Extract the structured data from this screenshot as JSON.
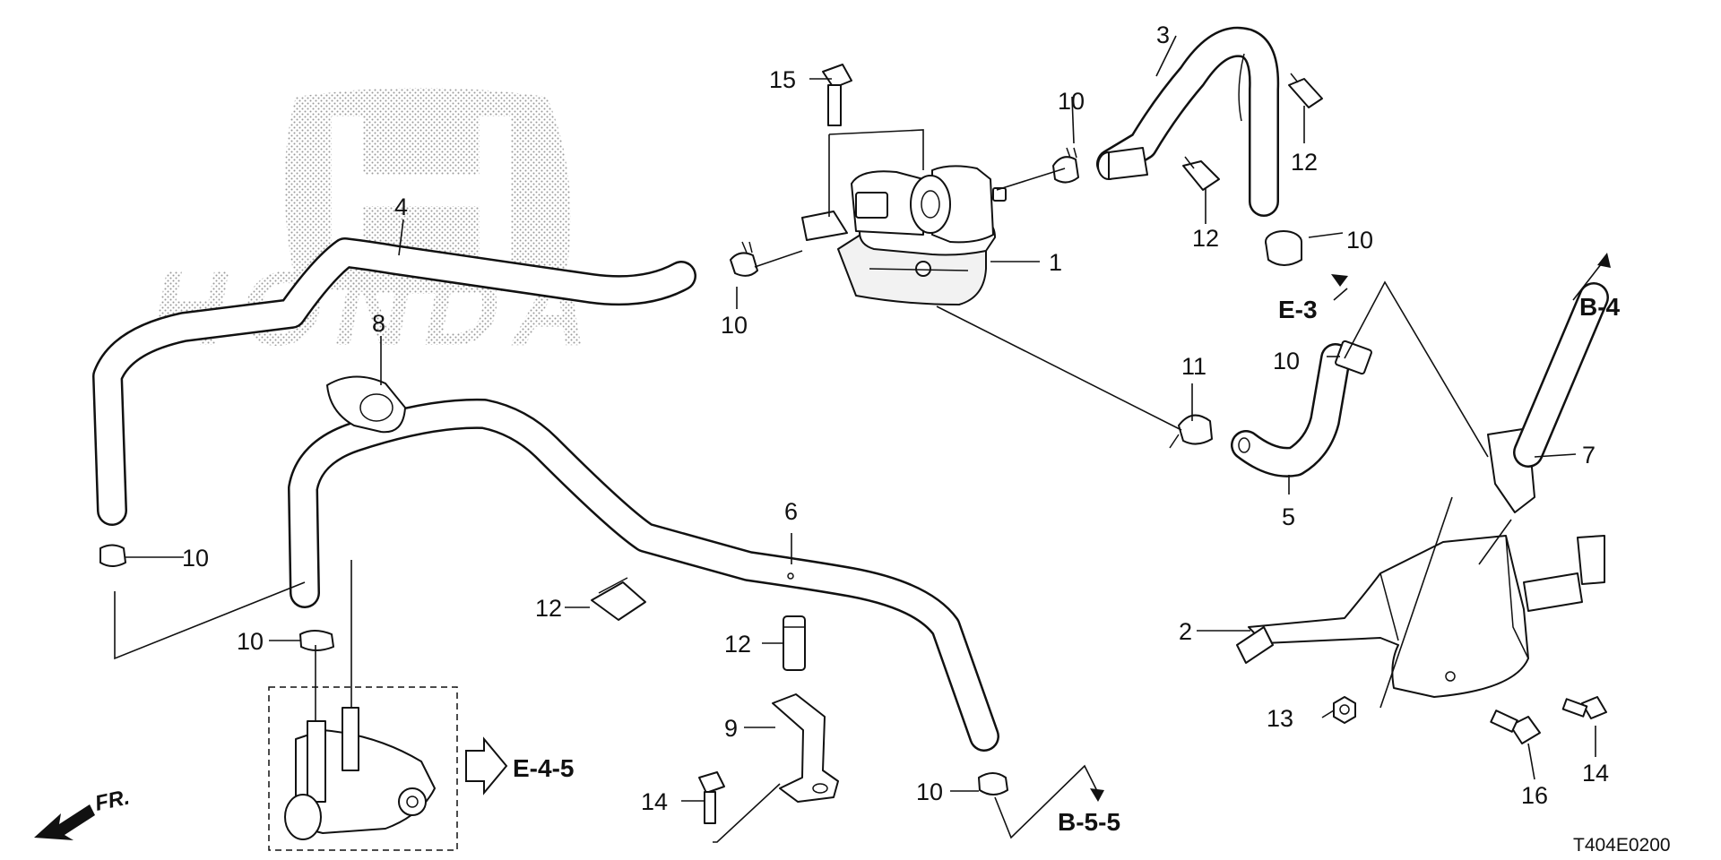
{
  "diagram_code": "T404E0200",
  "watermark_text": "HONDA",
  "direction_label": "FR.",
  "callouts": [
    "1",
    "2",
    "3",
    "4",
    "5",
    "6",
    "7",
    "8",
    "9",
    "10",
    "11",
    "12",
    "13",
    "14",
    "15",
    "16"
  ],
  "references": {
    "e3": "E-3",
    "b4": "B-4",
    "e45": "E-4-5",
    "b55": "B-5-5"
  }
}
